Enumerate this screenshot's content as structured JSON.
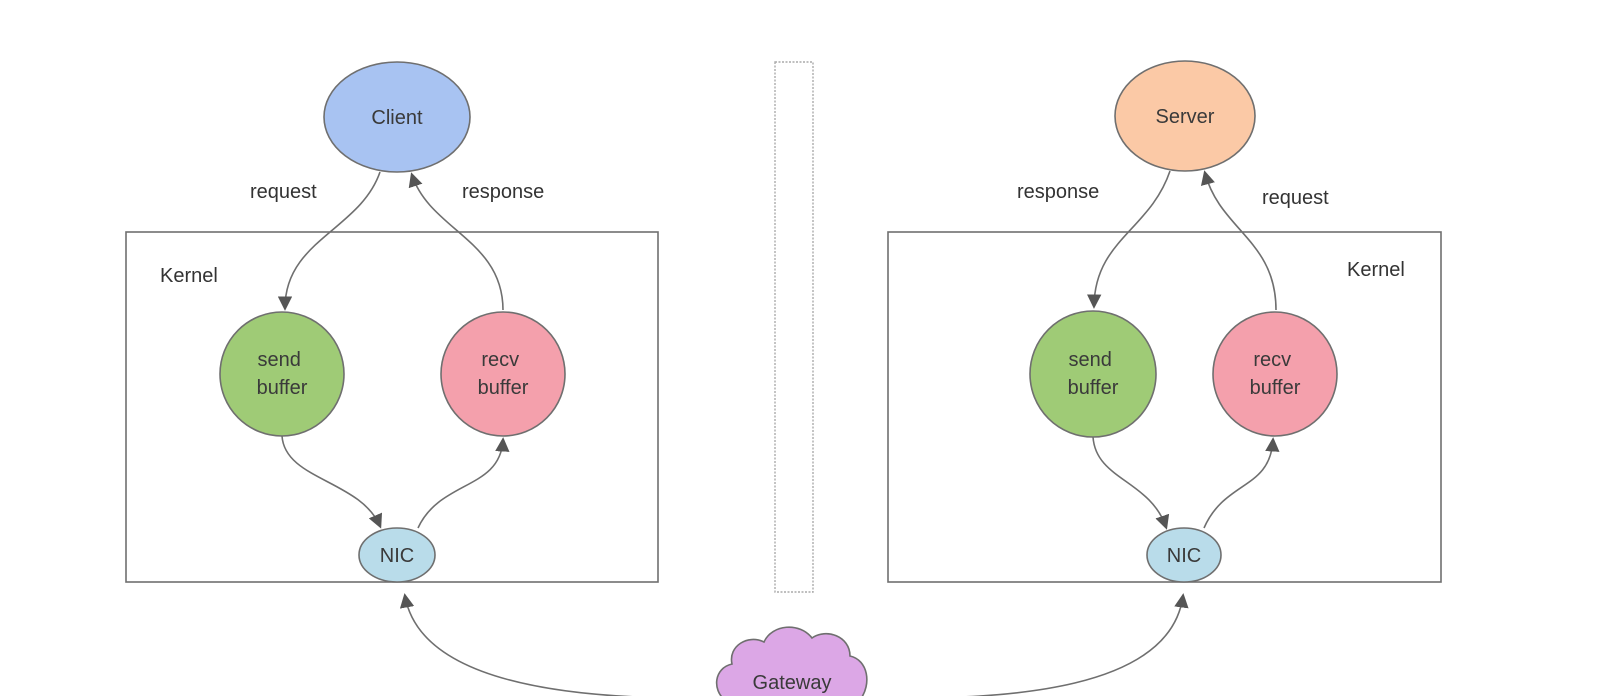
{
  "client_side": {
    "app_label": "Client",
    "kernel_label": "Kernel",
    "send_buffer_label": [
      "send",
      "buffer"
    ],
    "recv_buffer_label": [
      "recv",
      "buffer"
    ],
    "nic_label": "NIC",
    "request_label": "request",
    "response_label": "response"
  },
  "server_side": {
    "app_label": "Server",
    "kernel_label": "Kernel",
    "send_buffer_label": [
      "send",
      "buffer"
    ],
    "recv_buffer_label": [
      "recv",
      "buffer"
    ],
    "nic_label": "NIC",
    "request_label": "request",
    "response_label": "response"
  },
  "gateway_label": "Gateway",
  "colors": {
    "client": "#a8c3f2",
    "server": "#fbc9a6",
    "send_buffer": "#9fcb76",
    "recv_buffer": "#f4a0ac",
    "nic": "#b9dcea",
    "gateway": "#dca7e6",
    "line": "#6f6f6f"
  }
}
